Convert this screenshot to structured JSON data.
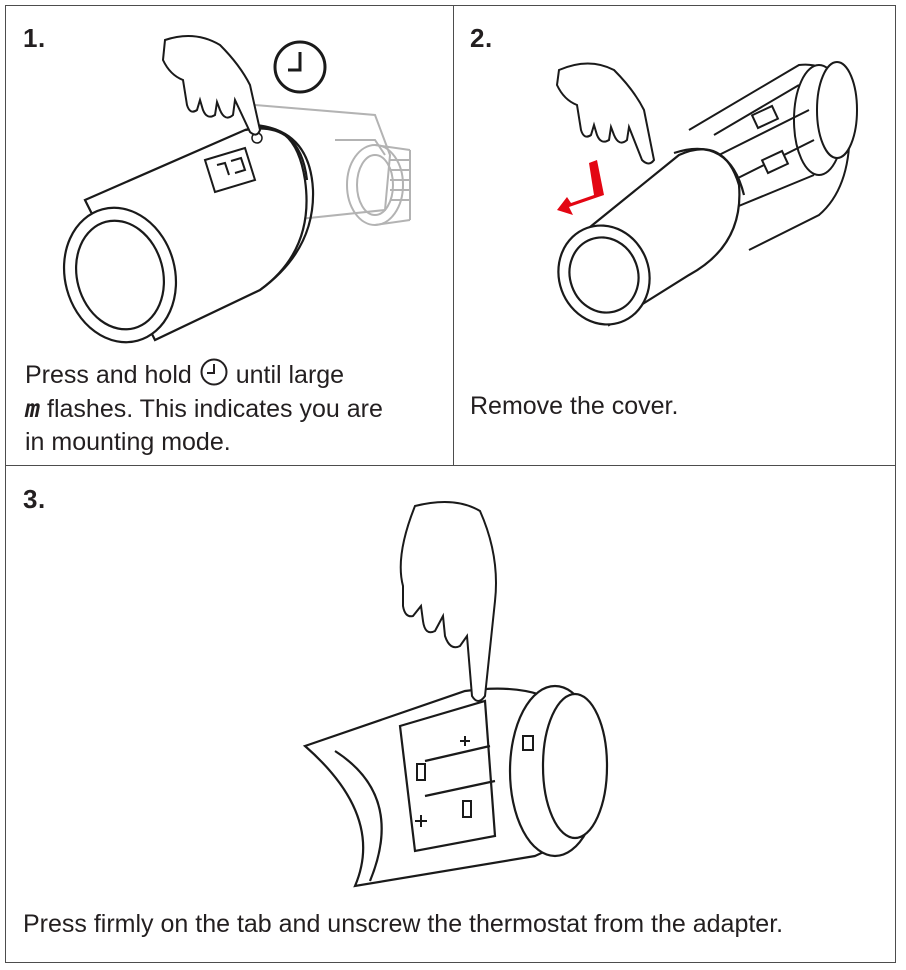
{
  "steps": [
    {
      "number": "1.",
      "caption_part1": "Press and hold",
      "caption_icon": "clock-icon",
      "caption_part2": "until large",
      "caption_glyph": "m",
      "caption_part3": "flashes. This indicates you are",
      "caption_line3": "in mounting mode."
    },
    {
      "number": "2.",
      "caption": "Remove the cover."
    },
    {
      "number": "3.",
      "caption": "Press firmly on the tab and unscrew the thermostat from the adapter."
    }
  ],
  "colors": {
    "border": "#4d4d4d",
    "line_art": "#1a1a1a",
    "faded_art": "#b3b3b3",
    "arrow": "#e30613"
  }
}
